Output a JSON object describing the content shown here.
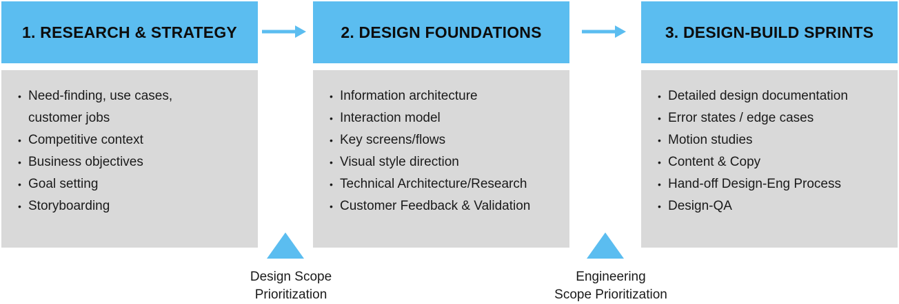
{
  "columns": [
    {
      "title": "1. RESEARCH & STRATEGY",
      "items": [
        "Need-finding, use cases,",
        "customer jobs",
        "Competitive context",
        "Business objectives",
        "Goal setting",
        "Storyboarding"
      ]
    },
    {
      "title": "2. DESIGN FOUNDATIONS",
      "items": [
        "Information architecture",
        "Interaction model",
        "Key screens/flows",
        "Visual style direction",
        "Technical Architecture/Research",
        "Customer Feedback & Validation"
      ]
    },
    {
      "title": "3. DESIGN-BUILD SPRINTS",
      "items": [
        "Detailed design documentation",
        "Error states / edge cases",
        "Motion studies",
        "Content & Copy",
        "Hand-off Design-Eng Process",
        "Design-QA"
      ]
    }
  ],
  "milestones": [
    {
      "line1": "Design Scope",
      "line2": "Prioritization"
    },
    {
      "line1": "Engineering",
      "line2": "Scope Prioritization"
    }
  ],
  "colors": {
    "header": "#5bbdf0",
    "body": "#d9d9d9",
    "accent": "#5bbdf0"
  }
}
